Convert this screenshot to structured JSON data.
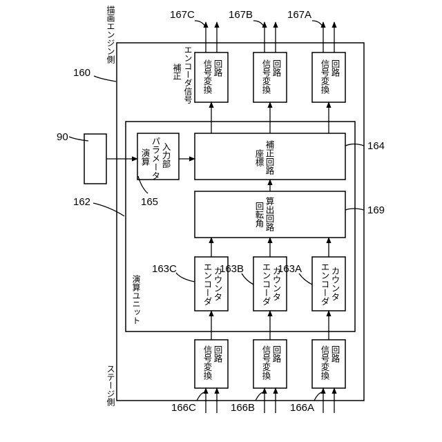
{
  "diagram": {
    "outer_top_label": "描画エンジン側",
    "outer_bottom_label": "ステージ側",
    "unit_label": "演算ユニット",
    "correction_signal_line1": "補正",
    "correction_signal_line2": "エンコーダ信号",
    "boxes": {
      "sig_conv_top_c_1": "信号変換",
      "sig_conv_top_c_2": "回路",
      "sig_conv_top_b_1": "信号変換",
      "sig_conv_top_b_2": "回路",
      "sig_conv_top_a_1": "信号変換",
      "sig_conv_top_a_2": "回路",
      "param_input_1": "演算",
      "param_input_2": "パラメータ",
      "param_input_3": "入力部",
      "coord_corr_1": "座標",
      "coord_corr_2": "補正回路",
      "rot_angle_1": "回転角",
      "rot_angle_2": "算出回路",
      "enc_counter_c_1": "エンコーダ",
      "enc_counter_c_2": "カウンタ",
      "enc_counter_b_1": "エンコーダ",
      "enc_counter_b_2": "カウンタ",
      "enc_counter_a_1": "エンコーダ",
      "enc_counter_a_2": "カウンタ",
      "sig_conv_bot_c_1": "信号変換",
      "sig_conv_bot_c_2": "回路",
      "sig_conv_bot_b_1": "信号変換",
      "sig_conv_bot_b_2": "回路",
      "sig_conv_bot_a_1": "信号変換",
      "sig_conv_bot_a_2": "回路"
    },
    "refs": {
      "r167c": "167C",
      "r167b": "167B",
      "r167a": "167A",
      "r160": "160",
      "r90": "90",
      "r164": "164",
      "r162": "162",
      "r165": "165",
      "r169": "169",
      "r163c": "163C",
      "r163b": "163B",
      "r163a": "163A",
      "r166c": "166C",
      "r166b": "166B",
      "r166a": "166A"
    }
  }
}
